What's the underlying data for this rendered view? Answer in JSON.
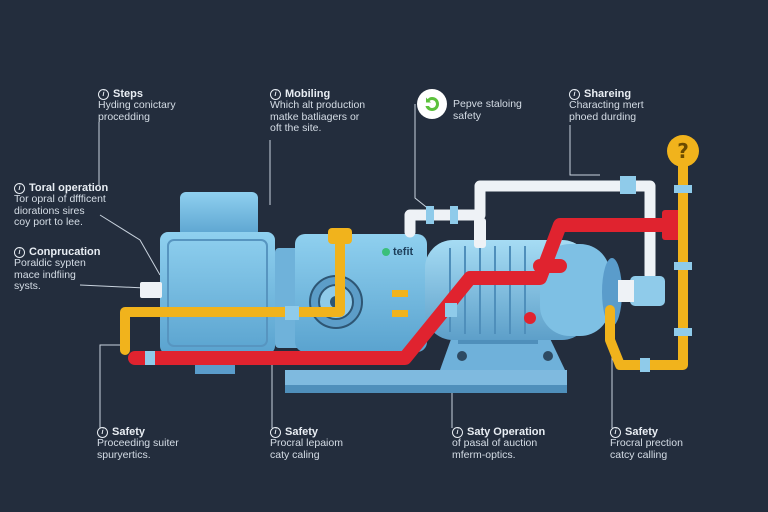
{
  "labels": {
    "steps": {
      "title": "Steps",
      "body": "Hyding conictary\nprocedding"
    },
    "mobiling": {
      "title": "Mobiling",
      "body": "Which alt production\nmatke batliagers or\noft the site."
    },
    "prepare": {
      "title": "",
      "body": "Pepve staloing\nsafety"
    },
    "sharing": {
      "title": "Shareing",
      "body": "Characting mert\nphoed durding"
    },
    "total_operation": {
      "title": "Toral operation",
      "body": "Tor opral of dffficent\ndiorations sires\ncoy port to lee."
    },
    "compression": {
      "title": "Conprucation",
      "body": "Poraldic sypten\nmace indfiing\nsysts."
    },
    "safety1": {
      "title": "Safety",
      "body": "Proceeding suiter\nspuryertics."
    },
    "safety2": {
      "title": "Safety",
      "body": "Procral lepaiom\ncaty caling"
    },
    "safety_operation": {
      "title": "Saty Operation",
      "body": "of pasal of auction\nmferm-optics."
    },
    "safety3": {
      "title": "Safety",
      "body": "Frocral prection\ncatcy calling"
    }
  },
  "machine": {
    "brand_text": "tefit"
  },
  "badges": {
    "question_mark": "?",
    "eco_icon": "recycle-icon"
  },
  "colors": {
    "background": "#232d3d",
    "machine_blue": "#7cc0e4",
    "pipe_red": "#e0232f",
    "pipe_yellow": "#f1b31c",
    "pipe_white": "#eef2f6",
    "leader_line": "#c9d3de"
  }
}
